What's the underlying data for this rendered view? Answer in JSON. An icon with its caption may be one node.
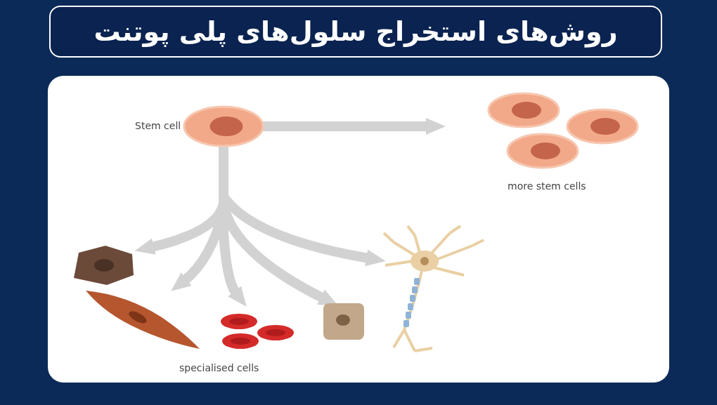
{
  "diagram": {
    "title": "روش‌های استخراج سلول‌های پلی پوتنت",
    "nodes": [
      {
        "text": [],
        "shape": "picture",
        "beside": [
          "Stem cell"
        ]
      },
      {
        "text": [],
        "shape": "picture",
        "beside": [
          "more stem cells"
        ]
      },
      {
        "text": [],
        "shape": "picture"
      },
      {
        "text": [],
        "shape": "picture"
      },
      {
        "text": [],
        "shape": "picture"
      },
      {
        "text": [],
        "shape": "picture"
      },
      {
        "text": [],
        "shape": "picture"
      }
    ],
    "edges": [
      {
        "from": 0,
        "to": 1,
        "arrow": "to"
      },
      {
        "from": 0,
        "to": 2,
        "arrow": "to"
      },
      {
        "from": 0,
        "to": 3,
        "arrow": "to"
      },
      {
        "from": 0,
        "to": 4,
        "arrow": "to"
      },
      {
        "from": 0,
        "to": 5,
        "arrow": "to"
      },
      {
        "from": 0,
        "to": 6,
        "arrow": "to"
      }
    ],
    "labels": [
      "specialised cells"
    ]
  }
}
